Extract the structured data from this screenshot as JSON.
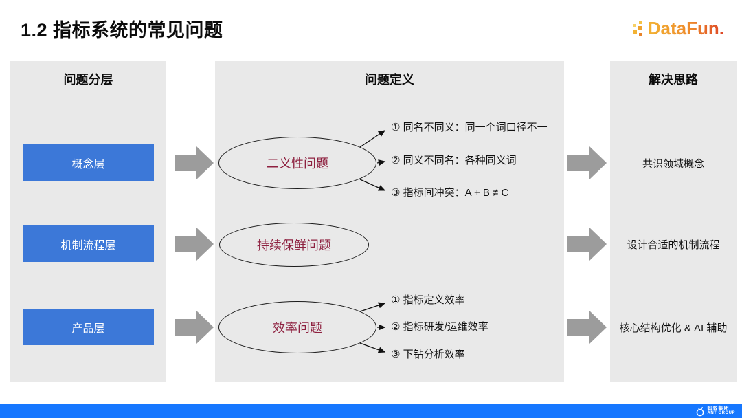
{
  "title": "1.2 指标系统的常见问题",
  "header": {
    "logo_text": "DataFun."
  },
  "columns": {
    "layers": {
      "header": "问题分层",
      "items": [
        {
          "label": "概念层"
        },
        {
          "label": "机制流程层"
        },
        {
          "label": "产品层"
        }
      ]
    },
    "definitions": {
      "header": "问题定义",
      "problems": [
        {
          "label": "二义性问题",
          "details": [
            "① 同名不同义：同一个词口径不一",
            "② 同义不同名：各种同义词",
            "③ 指标间冲突：A + B ≠ C"
          ]
        },
        {
          "label": "持续保鲜问题",
          "details": []
        },
        {
          "label": "效率问题",
          "details": [
            "① 指标定义效率",
            "② 指标研发/运维效率",
            "③ 下钻分析效率"
          ]
        }
      ]
    },
    "solutions": {
      "header": "解决思路",
      "items": [
        {
          "label": "共识领域概念"
        },
        {
          "label": "设计合适的机制流程"
        },
        {
          "label": "核心结构优化 & AI 辅助"
        }
      ]
    }
  },
  "footer": {
    "brand_cn": "蚂蚁集团",
    "brand_en": "ANT GROUP"
  },
  "colors": {
    "layer_box": "#3c78d8",
    "panel_bg": "#e9e9e9",
    "problem_text": "#8e2140",
    "flow_arrow": "#9c9c9c",
    "footer_bar": "#1677ff",
    "logo_gradient_start": "#f2b233",
    "logo_gradient_end": "#dd4527"
  }
}
